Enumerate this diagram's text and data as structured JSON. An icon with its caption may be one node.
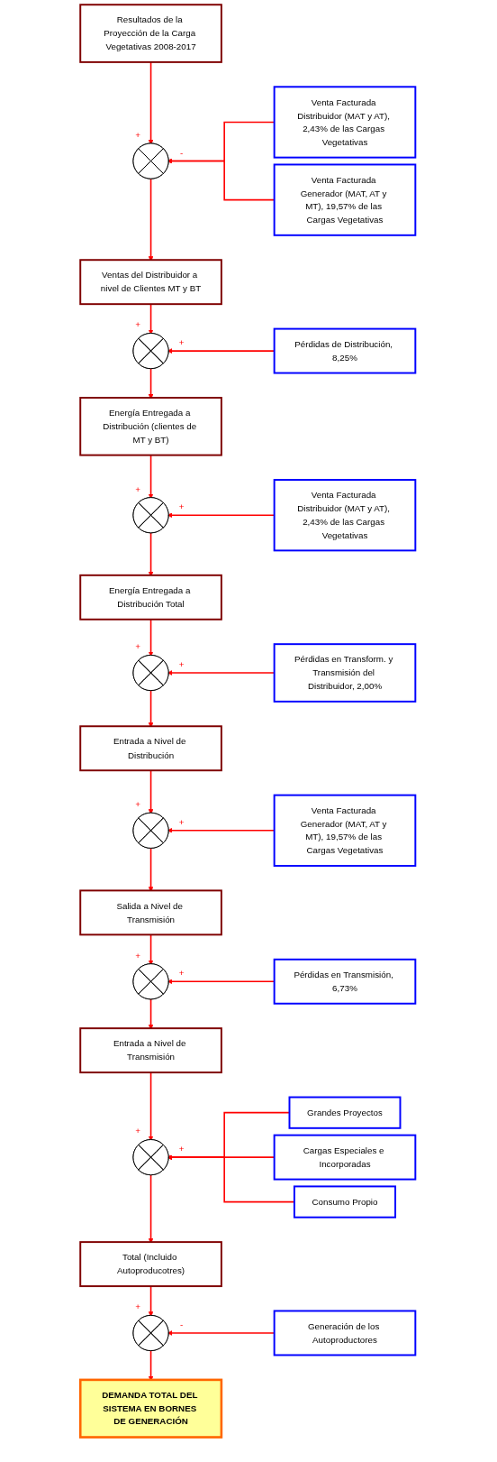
{
  "diagram": {
    "nodes": [
      {
        "text": [
          "Resultados de la Proyección de la Carga Vegetativas 2008-2017"
        ]
      },
      {
        "text": [
          "Venta Facturada Distribuidor (MAT y AT), 2,43% de las Cargas Vegetativas"
        ]
      },
      {
        "text": [],
        "shape": "circle"
      },
      {
        "text": [
          "Venta Facturada Generador (MAT, AT y MT), 19,57% de las Cargas Vegetativas"
        ]
      },
      {
        "text": [
          "Ventas del Distribuidor a nivel de Clientes MT y BT"
        ]
      },
      {
        "text": [],
        "shape": "circle"
      },
      {
        "text": [
          "Pérdidas de Distribución, 8,25%"
        ]
      },
      {
        "text": [
          "Energía Entregada a Distribución (clientes de MT y BT)"
        ]
      },
      {
        "text": [],
        "shape": "circle"
      },
      {
        "text": [
          "Venta Facturada Distribuidor (MAT y AT), 2,43% de las Cargas Vegetativas"
        ]
      },
      {
        "text": [
          "Energía Entregada a Distribución Total"
        ]
      },
      {
        "text": [],
        "shape": "circle"
      },
      {
        "text": [
          "Pérdidas en Transform. y Transmisión del Distribuidor, 2,00%"
        ]
      },
      {
        "text": [
          "Entrada a Nivel de Distribución"
        ]
      },
      {
        "text": [],
        "shape": "circle"
      },
      {
        "text": [
          "Venta Facturada Generador (MAT, AT y MT), 19,57% de las Cargas Vegetativas"
        ]
      },
      {
        "text": [
          "Salida a Nivel de Transmisión"
        ]
      },
      {
        "text": [],
        "shape": "circle"
      },
      {
        "text": [
          "Pérdidas en Transmisión, 6,73%"
        ]
      },
      {
        "text": [
          "Entrada a Nivel de Transmisión"
        ]
      },
      {
        "text": [
          "Grandes Proyectos"
        ]
      },
      {
        "text": [],
        "shape": "circle"
      },
      {
        "text": [
          "Cargas Especiales e Incorporadas"
        ]
      },
      {
        "text": [
          "Consumo Propio"
        ]
      },
      {
        "text": [
          "Total (Incluido Autoproducotres)"
        ]
      },
      {
        "text": [],
        "shape": "circle"
      },
      {
        "text": [
          "Generación de los Autoproductores"
        ]
      },
      {
        "text": [
          "DEMANDA TOTAL DEL SISTEMA EN BORNES DE GENERACIÓN"
        ]
      }
    ],
    "edges": [
      {
        "from": 0,
        "to": 2,
        "arrow": "to",
        "label": "+"
      },
      {
        "from": 1,
        "to": 2,
        "arrow": "to",
        "label": "-"
      },
      {
        "from": 3,
        "to": 2,
        "arrow": "to"
      },
      {
        "from": 2,
        "to": 4,
        "arrow": "to"
      },
      {
        "from": 4,
        "to": 5,
        "arrow": "to",
        "label": "+"
      },
      {
        "from": 6,
        "to": 5,
        "arrow": "to",
        "label": "+"
      },
      {
        "from": 5,
        "to": 7,
        "arrow": "to"
      },
      {
        "from": 7,
        "to": 8,
        "arrow": "to",
        "label": "+"
      },
      {
        "from": 9,
        "to": 8,
        "arrow": "to",
        "label": "+"
      },
      {
        "from": 8,
        "to": 10,
        "arrow": "to"
      },
      {
        "from": 10,
        "to": 11,
        "arrow": "to",
        "label": "+"
      },
      {
        "from": 12,
        "to": 11,
        "arrow": "to",
        "label": "+"
      },
      {
        "from": 11,
        "to": 13,
        "arrow": "to"
      },
      {
        "from": 13,
        "to": 14,
        "arrow": "to",
        "label": "+"
      },
      {
        "from": 15,
        "to": 14,
        "arrow": "to",
        "label": "+"
      },
      {
        "from": 14,
        "to": 16,
        "arrow": "to"
      },
      {
        "from": 16,
        "to": 17,
        "arrow": "to",
        "label": "+"
      },
      {
        "from": 18,
        "to": 17,
        "arrow": "to",
        "label": "+"
      },
      {
        "from": 17,
        "to": 19,
        "arrow": "to"
      },
      {
        "from": 19,
        "to": 21,
        "arrow": "to",
        "label": "+"
      },
      {
        "from": 20,
        "to": 21,
        "arrow": "to",
        "label": "+"
      },
      {
        "from": 22,
        "to": 21,
        "arrow": "to"
      },
      {
        "from": 23,
        "to": 21,
        "arrow": "to"
      },
      {
        "from": 21,
        "to": 24,
        "arrow": "to"
      },
      {
        "from": 24,
        "to": 25,
        "arrow": "to",
        "label": "+"
      },
      {
        "from": 26,
        "to": 25,
        "arrow": "to",
        "label": "-"
      },
      {
        "from": 25,
        "to": 27,
        "arrow": "to"
      }
    ]
  }
}
